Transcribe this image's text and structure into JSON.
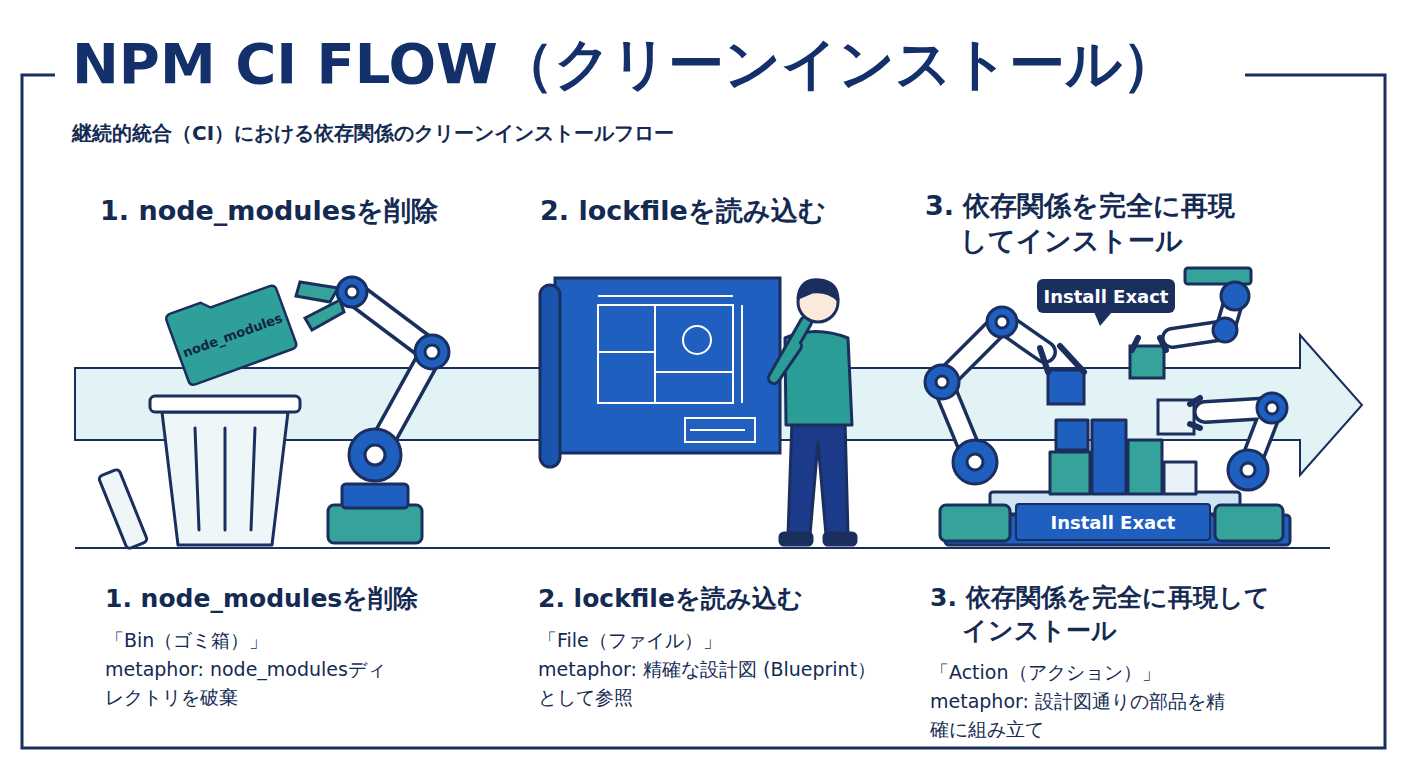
{
  "diagram": {
    "title": "NPM CI FLOW（クリーンインストール）",
    "caption": "継続的統合（CI）における依存関係のクリーンインストールフロー",
    "nodes": [
      {
        "text": [
          "node_modules"
        ]
      },
      {
        "text": [
          "Install Exact"
        ]
      },
      {
        "text": [
          "Install Exact"
        ]
      }
    ],
    "labels": [
      "1. node_modulesを削除",
      "2. lockfileを読み込む",
      "3. 依存関係を完全に再現 してインストール",
      "1. node_modulesを削除",
      "「Bin（ゴミ箱）」",
      "metaphor: node_modulesディ レクトリを破棄",
      "2. lockfileを読み込む",
      "「File（ファイル）」",
      "metaphor: 精確な設計図 (Blueprint）として参照",
      "3. 依存関係を完全に再現して インストール",
      "「Action（アクション）」",
      "metaphor: 設計図通りの部品を精 確に組み立て"
    ]
  }
}
